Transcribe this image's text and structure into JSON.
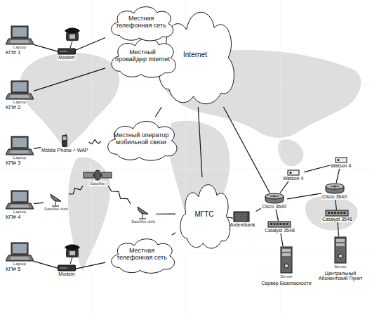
{
  "diagram": {
    "nodes": [
      {
        "text": [
          "КП# 1",
          "Laptop"
        ]
      },
      {
        "text": [
          "Modem"
        ]
      },
      {
        "text": [
          "Местная телефонная сеть"
        ]
      },
      {
        "text": [
          "Местный провайдер Internet"
        ]
      },
      {
        "text": [
          "Internet"
        ]
      },
      {
        "text": [
          "КП# 2",
          "Laptop"
        ]
      },
      {
        "text": [
          "КП# 3",
          "Laptop"
        ]
      },
      {
        "text": [
          "Mobile Phone + WAP"
        ]
      },
      {
        "text": [
          "Местный оператор мобильной связи"
        ]
      },
      {
        "text": [
          "Satellite"
        ]
      },
      {
        "text": [
          "КП# 4",
          "Laptop"
        ]
      },
      {
        "text": [
          "Satellite dish"
        ]
      },
      {
        "text": [
          "Satellite dish"
        ]
      },
      {
        "text": [
          "МГТС"
        ]
      },
      {
        "text": [
          "КП# 5",
          "Laptop"
        ]
      },
      {
        "text": [
          "Modem"
        ]
      },
      {
        "text": [
          "Местная телефонная сеть"
        ]
      },
      {
        "text": [
          "Modembank"
        ]
      },
      {
        "text": [
          "Watson 4"
        ]
      },
      {
        "text": [
          "Cisco 3640"
        ]
      },
      {
        "text": [
          "Catalyst 3548"
        ]
      },
      {
        "text": [
          "Server",
          "Сервер Безопасности"
        ]
      },
      {
        "text": [
          "Watson 4"
        ]
      },
      {
        "text": [
          "Cisco 3640"
        ]
      },
      {
        "text": [
          "Catalyst 3548"
        ]
      },
      {
        "text": [
          "Server",
          "Центральный Абонентский Пункт"
        ]
      }
    ],
    "edges": [
      {
        "from": 0,
        "to": 1,
        "arrow": "none"
      },
      {
        "from": 1,
        "to": 2,
        "arrow": "none"
      },
      {
        "from": 5,
        "to": 3,
        "arrow": "none"
      },
      {
        "from": 6,
        "to": 7,
        "arrow": "none"
      },
      {
        "from": 7,
        "to": 8,
        "arrow": "none"
      },
      {
        "from": 8,
        "to": 4,
        "arrow": "none"
      },
      {
        "from": 4,
        "to": 13,
        "arrow": "none"
      },
      {
        "from": 4,
        "to": 19,
        "arrow": "none"
      },
      {
        "from": 10,
        "to": 11,
        "arrow": "none"
      },
      {
        "from": 11,
        "to": 9,
        "arrow": "none"
      },
      {
        "from": 9,
        "to": 12,
        "arrow": "none"
      },
      {
        "from": 12,
        "to": 13,
        "arrow": "none"
      },
      {
        "from": 14,
        "to": 15,
        "arrow": "none"
      },
      {
        "from": 15,
        "to": 16,
        "arrow": "none"
      },
      {
        "from": 16,
        "to": 13,
        "arrow": "none"
      },
      {
        "from": 13,
        "to": 17,
        "arrow": "none"
      },
      {
        "from": 17,
        "to": 19,
        "arrow": "none"
      },
      {
        "from": 19,
        "to": 18,
        "arrow": "none"
      },
      {
        "from": 19,
        "to": 20,
        "arrow": "none"
      },
      {
        "from": 20,
        "to": 21,
        "arrow": "none"
      },
      {
        "from": 19,
        "to": 23,
        "arrow": "none"
      },
      {
        "from": 18,
        "to": 22,
        "arrow": "none"
      },
      {
        "from": 23,
        "to": 22,
        "arrow": "none"
      },
      {
        "from": 23,
        "to": 24,
        "arrow": "none"
      },
      {
        "from": 24,
        "to": 25,
        "arrow": "none"
      }
    ]
  }
}
